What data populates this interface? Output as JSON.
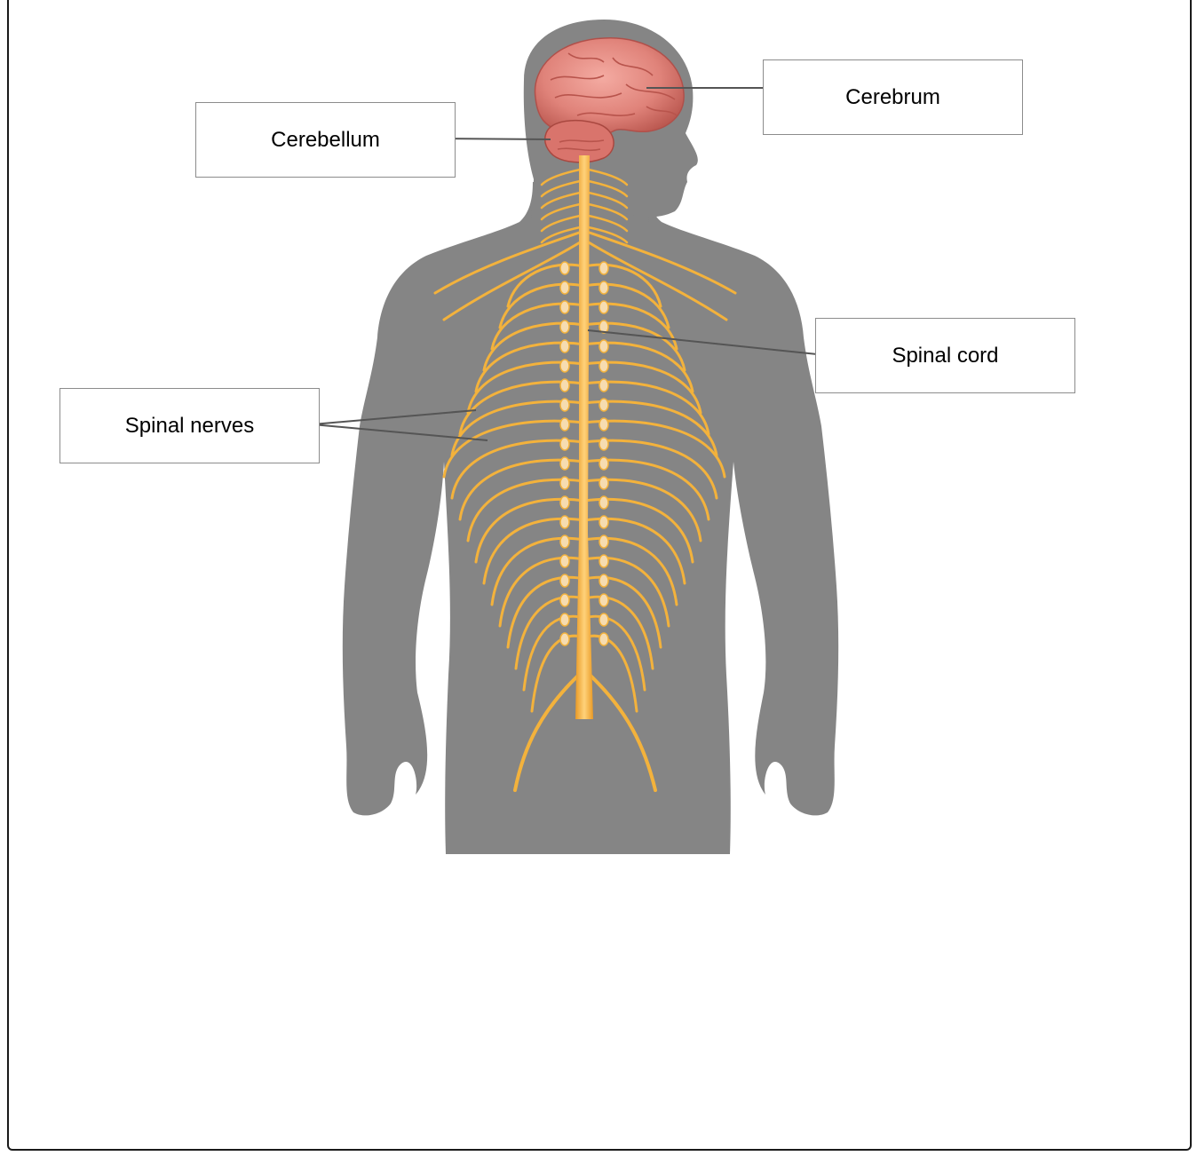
{
  "diagram": {
    "labels": {
      "cerebellum": "Cerebellum",
      "cerebrum": "Cerebrum",
      "spinal_cord": "Spinal cord",
      "spinal_nerves": "Spinal nerves"
    },
    "colors": {
      "silhouette": "#858585",
      "nerve": "#f3b23c",
      "nerve_core": "#ffd27a",
      "brain": "#e0837a",
      "leader_line": "#555555"
    }
  }
}
